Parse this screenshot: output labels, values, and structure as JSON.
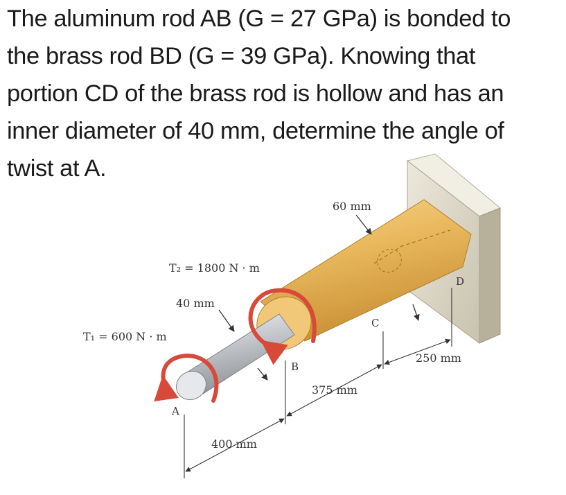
{
  "problem": {
    "lines": [
      "The aluminum rod AB (G = 27 GPa) is bonded to",
      "the brass rod BD (G = 39 GPa). Knowing that",
      "portion CD of the brass rod is hollow and has an",
      "inner diameter of 40 mm, determine the angle of",
      "twist at A."
    ]
  },
  "figure": {
    "labels": {
      "dim_60": "60 mm",
      "torque_b": "T₂ = 1800 N · m",
      "dim_40": "40 mm",
      "torque_a": "T₁ = 600 N · m",
      "point_a": "A",
      "point_b": "B",
      "point_c": "C",
      "point_d": "D",
      "dim_250": "250 mm",
      "dim_375": "375 mm",
      "dim_400": "400 mm"
    },
    "colors": {
      "aluminum": "#c9ccd0",
      "brass": "#e8b95a",
      "torque_arrow": "#d9493a",
      "support": "#dcd7c6"
    }
  }
}
